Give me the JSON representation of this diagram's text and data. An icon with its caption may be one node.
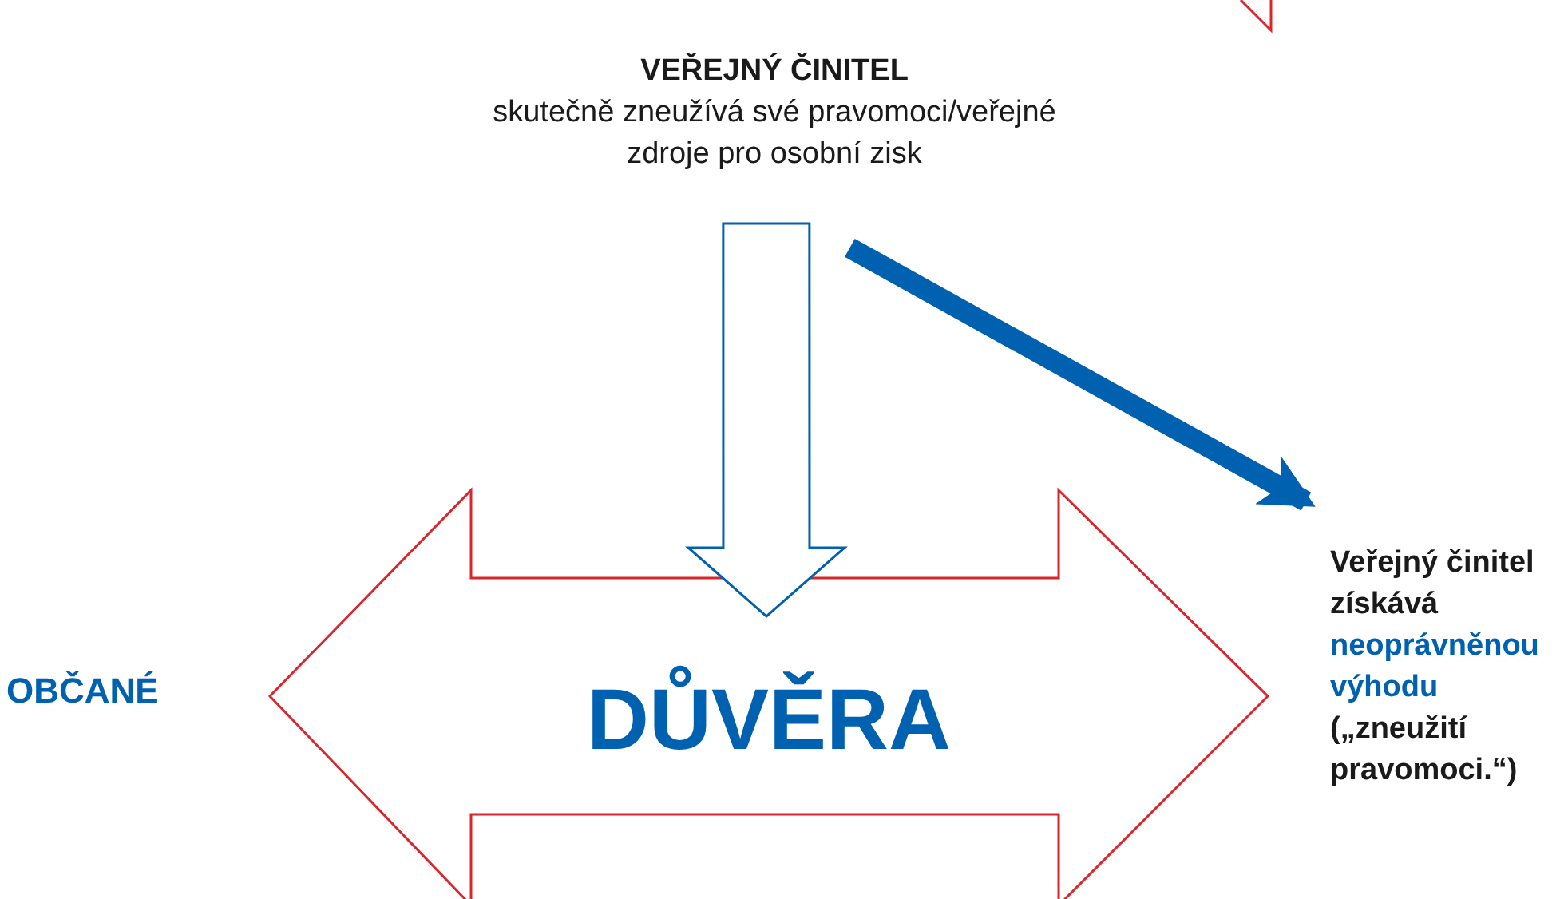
{
  "diagram": {
    "nodes": [
      {
        "text": [
          "VEŘEJNÝ ČINITEL",
          "skutečně zneužívá své pravomoci/veřejné zdroje pro osobní zisk"
        ]
      },
      {
        "text": [
          "DŮVĚRA"
        ]
      },
      {
        "text": [
          "OBČANÉ"
        ]
      },
      {
        "text": [
          "Veřejný činitel získává",
          "neoprávněnou výhodu",
          "(„zneužití pravomoci.“)"
        ]
      }
    ],
    "edges": [
      {
        "from": 0,
        "to": 1,
        "arrow": "to"
      },
      {
        "from": 0,
        "to": 3,
        "arrow": "to"
      }
    ]
  }
}
